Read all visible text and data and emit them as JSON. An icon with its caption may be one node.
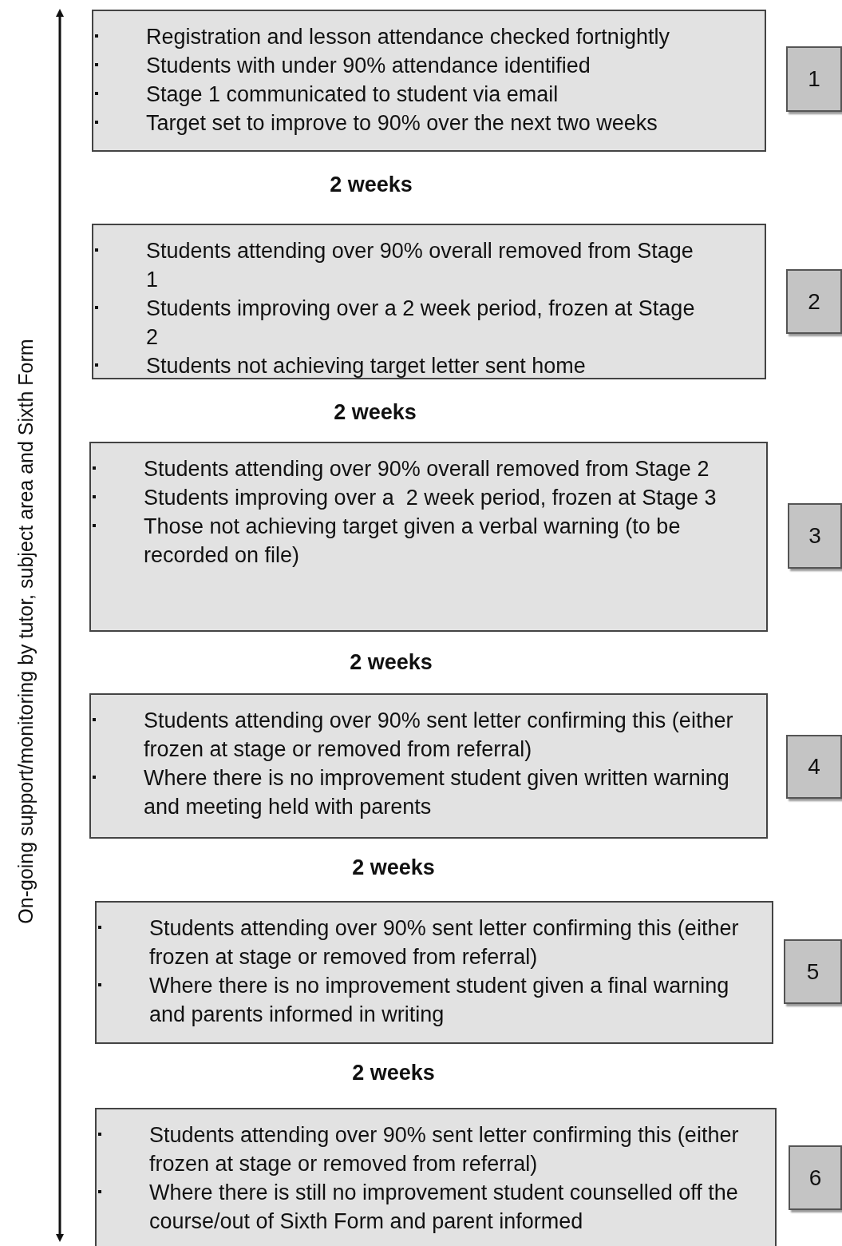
{
  "diagram": {
    "nodes": [
      {
        "text": [
          "Registration and lesson attendance checked fortnightly",
          "Students with under 90% attendance identified",
          "Stage 1 communicated to student via email",
          "Target set to improve to 90% over the next two weeks"
        ]
      },
      {
        "text": [
          "1"
        ]
      },
      {
        "text": [
          "Students attending over 90% overall removed from Stage 1",
          "Students improving over a 2 week period, frozen at Stage 2",
          "Students not achieving target letter sent home"
        ]
      },
      {
        "text": [
          "2"
        ]
      },
      {
        "text": [
          "Students attending over 90% overall removed from Stage 2",
          "Students improving over a  2 week period, frozen at Stage 3",
          "Those not achieving target given a verbal warning (to be recorded on file)"
        ]
      },
      {
        "text": [
          "3"
        ]
      },
      {
        "text": [
          "Students attending over 90% sent letter confirming this (either frozen at stage or removed from referral)",
          "Where there is no improvement student given written warning and meeting held with parents"
        ]
      },
      {
        "text": [
          "4"
        ]
      },
      {
        "text": [
          "Students attending over 90% sent letter confirming this (either frozen at stage or removed from referral)",
          "Where there is no improvement student given a final warning and parents informed in writing"
        ]
      },
      {
        "text": [
          "5"
        ]
      },
      {
        "text": [
          "Students attending over 90% sent letter confirming this (either frozen at stage or removed from referral)",
          "Where there is still no improvement student counselled off the  course/out of Sixth Form and parent informed"
        ]
      },
      {
        "text": [
          "6"
        ]
      }
    ],
    "labels": [
      "On-going support/monitoring by tutor, subject area and Sixth Form",
      "2 weeks",
      "2 weeks",
      "2 weeks",
      "2 weeks",
      "2 weeks"
    ]
  }
}
